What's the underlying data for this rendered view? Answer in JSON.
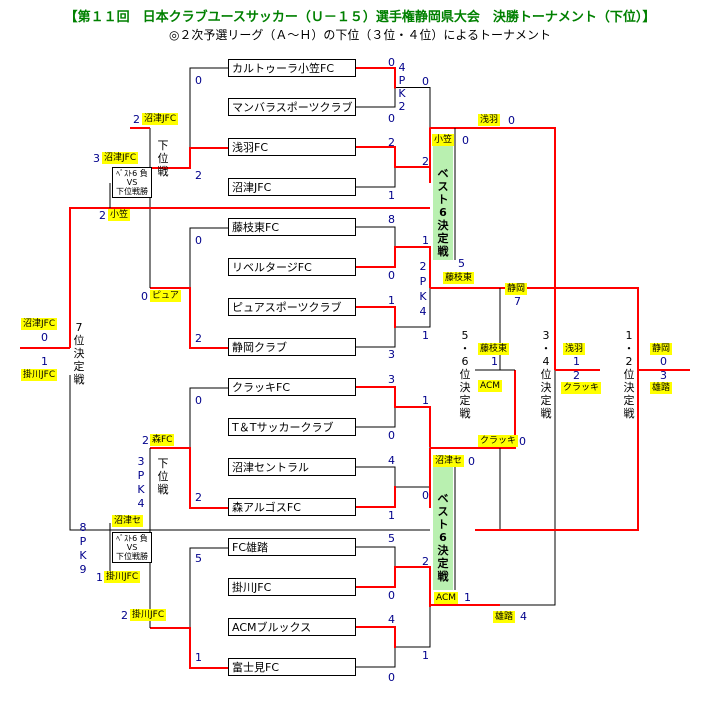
{
  "title": "【第１１回　日本クラブユースサッカー（Ｕ－１５）選手権静岡県大会　決勝トーナメント（下位）】",
  "subtitle": "◎２次予選リーグ（Ａ～Ｈ）の下位（３位・４位）によるトーナメント",
  "colors": {
    "line": "#ff0000",
    "black_line": "#000000",
    "score": "#00008b",
    "label_bg": "#ffff00",
    "best6_bg": "#b9f0b0"
  },
  "teams": [
    "カルトゥーラ小笠FC",
    "マンバラスポーツクラブ",
    "浅羽FC",
    "沼津JFC",
    "藤枝東FC",
    "リベルタージFC",
    "ピュアスポーツクラブ",
    "静岡クラブ",
    "クラッキFC",
    "T＆Tサッカークラブ",
    "沼津セントラル",
    "森アルゴスFC",
    "FC雄踏",
    "掛川JFC",
    "ACMブルックス",
    "富士見FC"
  ],
  "r1_scores": [
    "0",
    "0",
    "2",
    "1",
    "8",
    "0",
    "1",
    "3",
    "3",
    "0",
    "4",
    "1",
    "5",
    "0",
    "4",
    "0"
  ],
  "r1_pk": [
    "4",
    "P",
    "K",
    "2"
  ],
  "r2_scores": [
    "0",
    "2",
    "1",
    "1",
    "1",
    "0",
    "2",
    "1"
  ],
  "r2_pk_a": [
    "2",
    "P",
    "K",
    "4"
  ],
  "r2_pk_b": [
    "2"
  ],
  "best6": {
    "label": [
      "ベ",
      "ス",
      "ト",
      "6",
      "決",
      "定",
      "戦"
    ],
    "top": {
      "team_a": "小笠",
      "score_a": "0",
      "team_b": "藤枝東",
      "score_b": "5"
    },
    "bottom": {
      "team_a": "沼津セ",
      "score_a": "0",
      "team_b": "ACM",
      "score_b": "1"
    }
  },
  "kaii_top": {
    "label": [
      "下",
      "位",
      "戦"
    ],
    "team_a": "沼津JFC",
    "score_a": "2",
    "team_b": "ピュア",
    "score_b": "0",
    "r1_a": "0",
    "r1_b": "2",
    "r1_c": "0",
    "r1_d": "2"
  },
  "kaii_bottom": {
    "label": [
      "下",
      "位",
      "戦"
    ],
    "team_a": "森FC",
    "score_a": "2",
    "team_b": "掛川JFC",
    "score_b": "2",
    "r1_a": "0",
    "r1_b": "2",
    "r1_c": "5",
    "r1_d": "1",
    "pk": [
      "3",
      "P",
      "K",
      "4"
    ]
  },
  "wlab_top": {
    "line1": "ﾍﾞｽﾄ6 負",
    "line2": "VS",
    "line3": "下位戦勝"
  },
  "wlab_bottom": {
    "line1": "ﾍﾞｽﾄ6 負",
    "line2": "VS",
    "line3": "下位戦勝"
  },
  "top_left_labels": {
    "numjfc": "3",
    "jfc": "沼津JFC",
    "num_ogasa": "2",
    "ogasa": "小笠"
  },
  "bottom_left_labels": {
    "num_sawa": "8",
    "numazu_se": "沼津セ",
    "pk": [
      "P",
      "K"
    ],
    "num9": "9",
    "num_kakegawa": "1",
    "kakegawa": "掛川JFC"
  },
  "seventh": {
    "label": [
      "7",
      "位",
      "決",
      "定",
      "戦"
    ],
    "team_a": "沼津JFC",
    "score_a": "0",
    "team_b": "掛川JFC",
    "score_b": "1"
  },
  "right_side": {
    "asaba": "浅羽",
    "asaba_score": "0",
    "shizuoka": "静岡",
    "shizuoka_score": "7",
    "kurakki": "クラッキ",
    "kurakki_score": "0",
    "yuto": "雄踏",
    "yuto_score": "4"
  },
  "fifth": {
    "label": [
      "5",
      "・",
      "6",
      "位",
      "決",
      "定",
      "戦"
    ],
    "team_a": "藤枝東",
    "score_a": "1",
    "team_b": "ACM",
    "score_b": ""
  },
  "third": {
    "label": [
      "3",
      "・",
      "4",
      "位",
      "決",
      "定",
      "戦"
    ],
    "team_a": "浅羽",
    "score_a": "1",
    "score_b": "2",
    "team_b": "クラッキ"
  },
  "first": {
    "label": [
      "1",
      "・",
      "2",
      "位",
      "決",
      "定",
      "戦"
    ],
    "team_a": "静岡",
    "score_a": "0",
    "score_b": "3",
    "team_b": "雄踏"
  }
}
